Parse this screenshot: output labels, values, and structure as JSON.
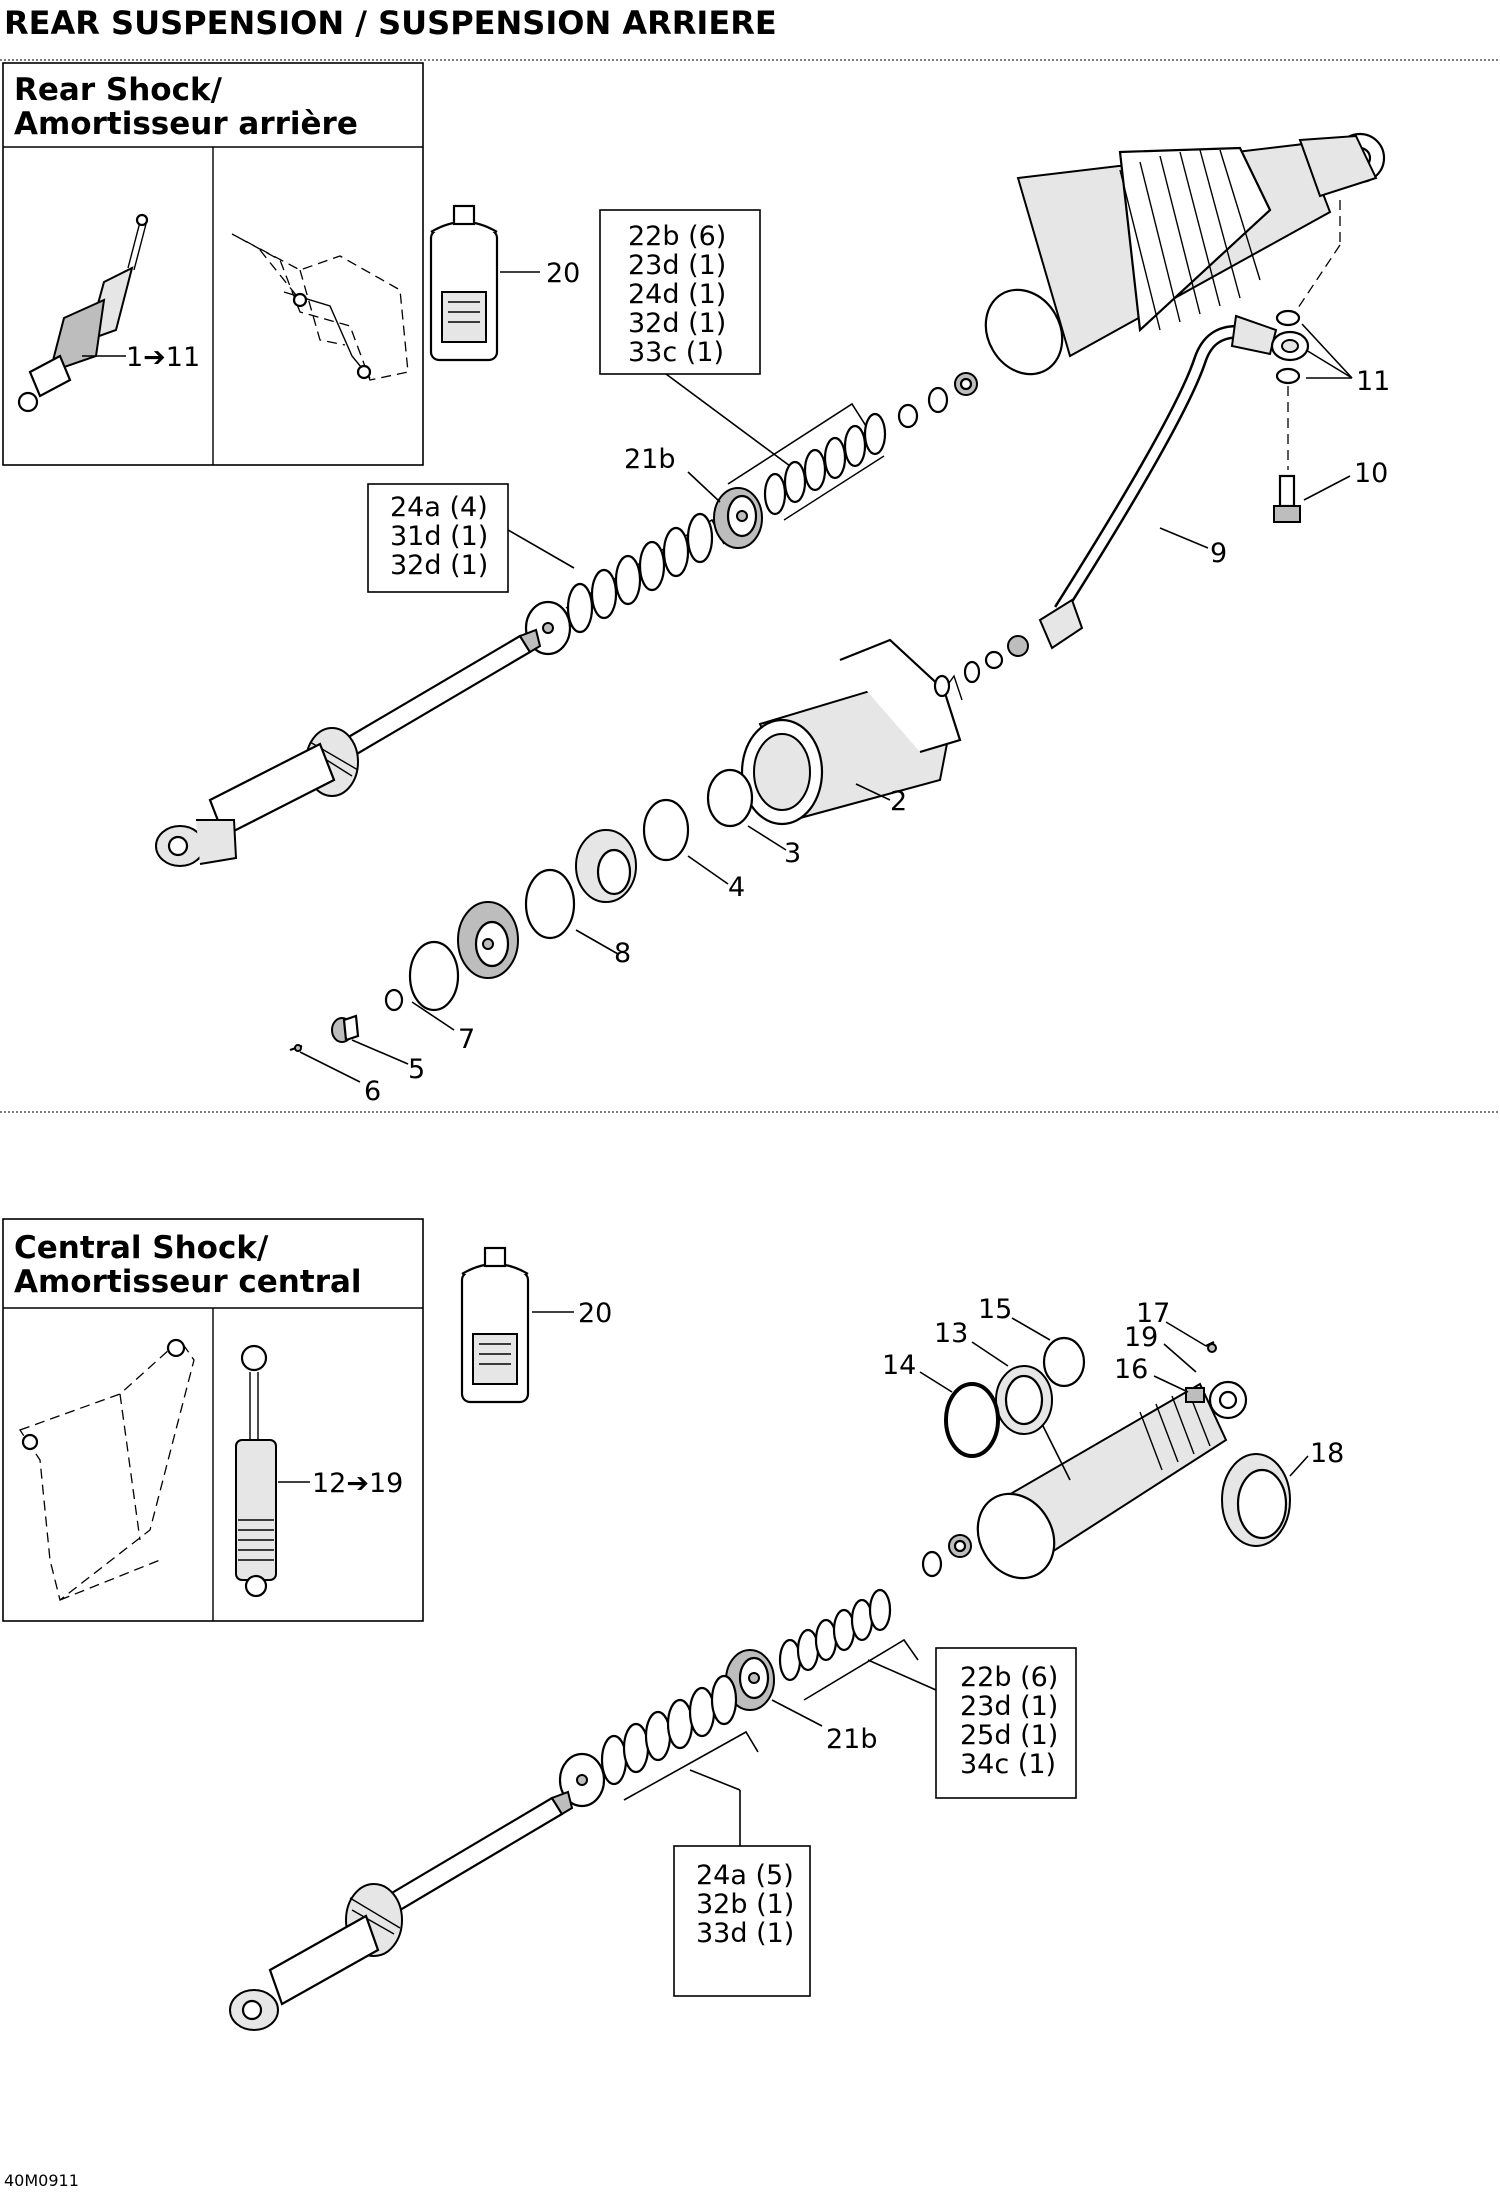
{
  "page_title": "REAR SUSPENSION / SUSPENSION ARRIERE",
  "rear_box": {
    "title_line1": "Rear Shock/",
    "title_line2": "Amortisseur arrière",
    "range_label": "1➔11"
  },
  "central_box": {
    "title_line1": "Central Shock/",
    "title_line2": "Amortisseur central",
    "range_label": "12➔19"
  },
  "rear_labels": {
    "p2": "2",
    "p3": "3",
    "p4": "4",
    "p5": "5",
    "p6": "6",
    "p7": "7",
    "p8": "8",
    "p9": "9",
    "p10": "10",
    "p11": "11",
    "p20": "20",
    "p21b": "21b"
  },
  "rear_kit_upper": [
    "22b (6)",
    "23d (1)",
    "24d (1)",
    "32d (1)",
    "33c (1)"
  ],
  "rear_kit_lower": [
    "24a (4)",
    "31d (1)",
    "32d (1)"
  ],
  "central_labels": {
    "p13": "13",
    "p14": "14",
    "p15": "15",
    "p16": "16",
    "p17": "17",
    "p18": "18",
    "p19": "19",
    "p20": "20",
    "p21b": "21b"
  },
  "central_kit_upper": [
    "22b (6)",
    "23d (1)",
    "25d (1)",
    "34c (1)"
  ],
  "central_kit_lower": [
    "24a (5)",
    "32b (1)",
    "33d (1)"
  ],
  "figure_code": "40M0911"
}
